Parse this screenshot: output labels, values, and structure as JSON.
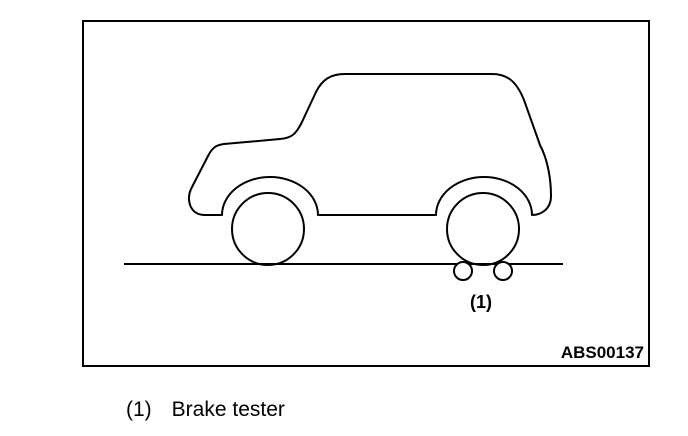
{
  "figure": {
    "callout": "(1)",
    "code": "ABS00137",
    "stroke_color": "#000000"
  },
  "legend": {
    "items": [
      {
        "number": "(1)",
        "label": "Brake tester"
      }
    ]
  }
}
